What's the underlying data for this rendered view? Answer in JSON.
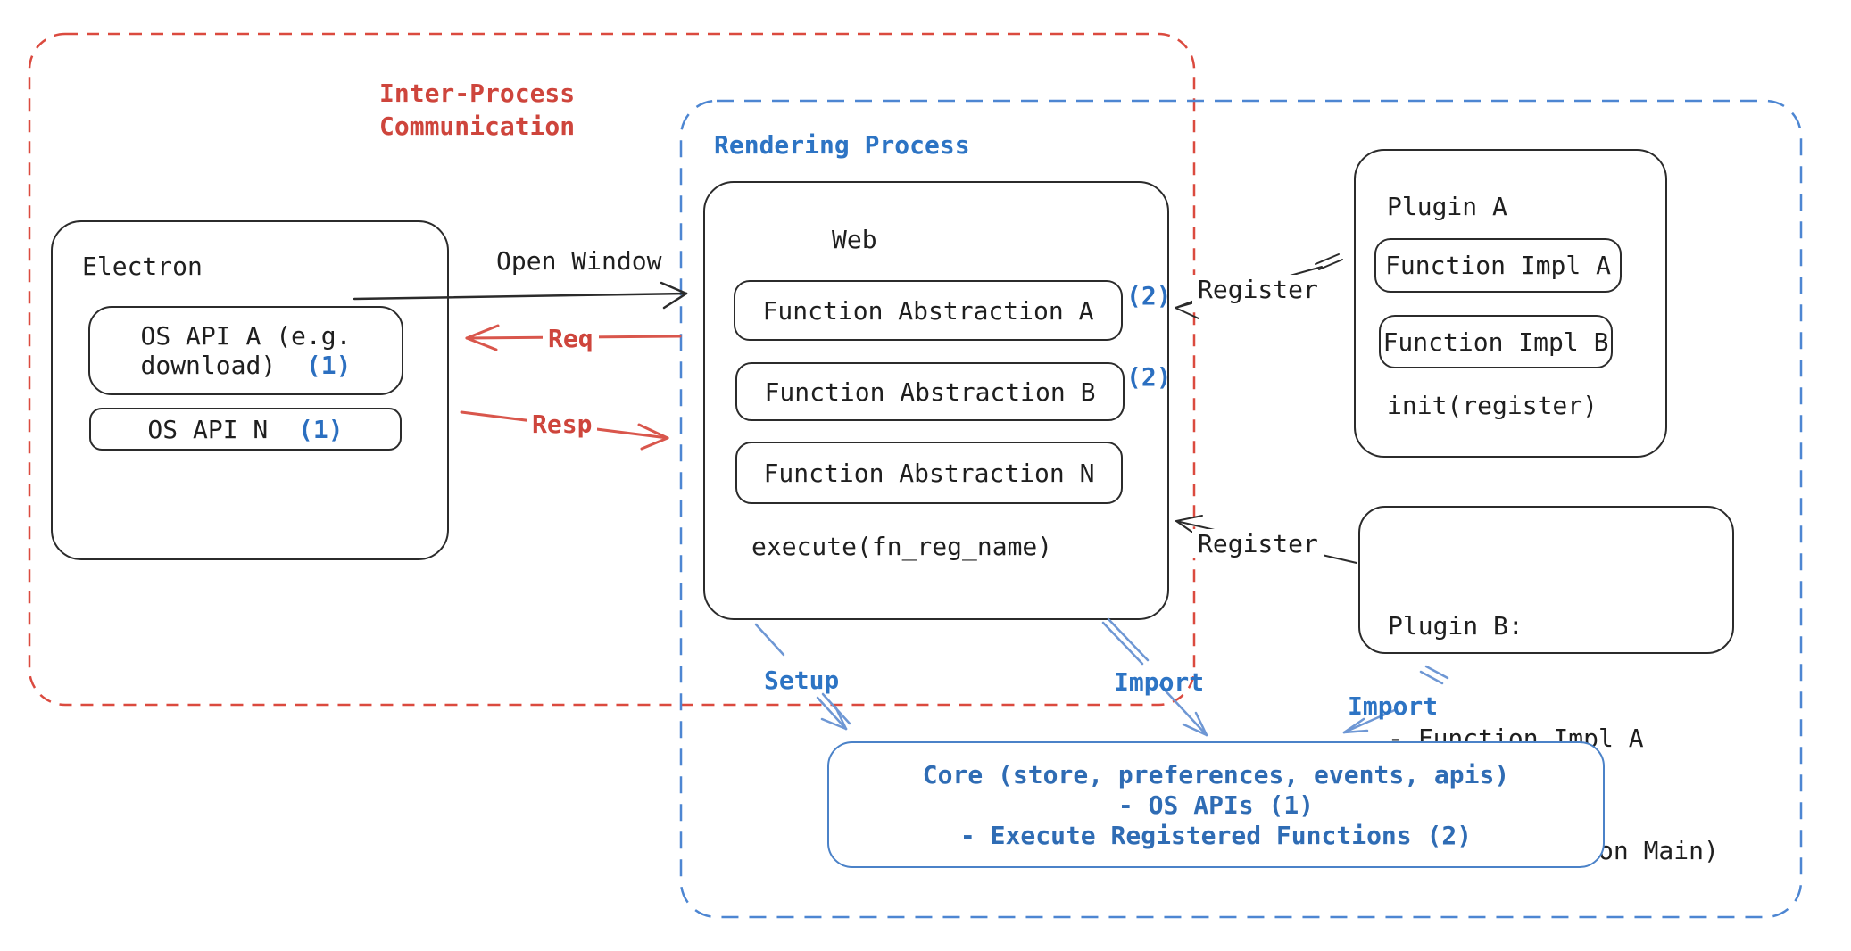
{
  "regions": {
    "ipc": {
      "line1": "Inter-Process",
      "line2": "Communication"
    },
    "rendering": {
      "label": "Rendering Process"
    }
  },
  "electron": {
    "title": "Electron",
    "os_api_a_line1": "OS API A (e.g.",
    "os_api_a_line2": "download)",
    "os_api_a_badge": "(1)",
    "os_api_n_label": "OS API N",
    "os_api_n_badge": "(1)"
  },
  "web": {
    "title": "Web",
    "items": [
      {
        "label": "Function Abstraction A",
        "badge": "(2)"
      },
      {
        "label": "Function Abstraction B",
        "badge": "(2)"
      },
      {
        "label": "Function Abstraction N",
        "badge": ""
      }
    ],
    "execute": "execute(fn_reg_name)"
  },
  "plugin_a": {
    "title": "Plugin A",
    "impl_a": "Function Impl A",
    "impl_b": "Function Impl B",
    "init": "init(register)"
  },
  "plugin_b": {
    "line1": "Plugin B:",
    "line2": "- Function Impl A",
    "line3": "- Module (run on Main)"
  },
  "core": {
    "line1": "Core (store, preferences, events, apis)",
    "line2": "- OS APIs (1)",
    "line3": "- Execute Registered Functions (2)"
  },
  "arrows": {
    "open_window": "Open Window",
    "req": "Req",
    "resp": "Resp",
    "register_top": "Register",
    "register_bottom": "Register",
    "setup": "Setup",
    "import_web": "Import",
    "import_plugin": "Import"
  },
  "colors": {
    "red_text": "#ce453c",
    "red_dash": "#db4a3f",
    "red_arrow": "#d9564c",
    "blue_dash": "#4d86d2",
    "blue_heading": "#2d74c4",
    "blue_badge": "#2b6fc0",
    "core_border": "#4b82c8",
    "core_text": "#2f6cb4",
    "blue_arrow": "#6e97d4",
    "ink": "#1f1f1f"
  }
}
